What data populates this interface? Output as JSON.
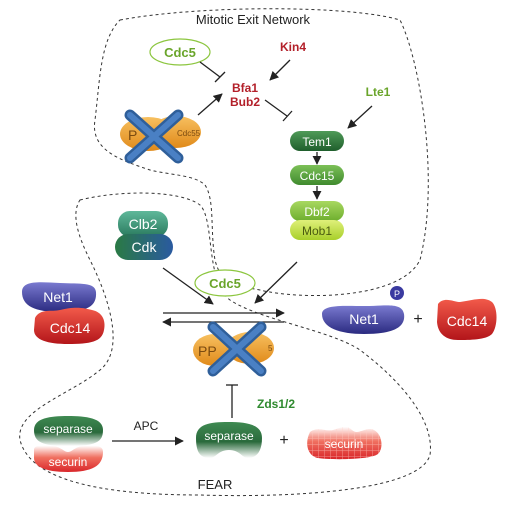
{
  "regions": {
    "men_title": "Mitotic Exit Network",
    "fear_title": "FEAR"
  },
  "nodes": {
    "cdc5_top": "Cdc5",
    "kin4": "Kin4",
    "bfa1": "Bfa1",
    "bub2": "Bub2",
    "lte1": "Lte1",
    "pp2a_cdc55_partial": "P",
    "cdc55_label": "Cdc55",
    "tem1": "Tem1",
    "cdc15": "Cdc15",
    "dbf2": "Dbf2",
    "mob1": "Mob1",
    "clb2": "Clb2",
    "cdk": "Cdk",
    "cdc5_mid": "Cdc5",
    "net1_left": "Net1",
    "cdc14_left": "Cdc14",
    "net1_right": "Net1",
    "phospho": "P",
    "plus_1": "+",
    "cdc14_right": "Cdc14",
    "pp_mid": "PP",
    "pp_mid_suffix": "5",
    "zds": "Zds1/2",
    "separase_left": "separase",
    "securin_left": "securin",
    "apc": "APC",
    "separase_right": "separase",
    "plus_2": "+",
    "securin_right": "securin"
  },
  "colors": {
    "red_label": "#b3202a",
    "green_label": "#6aa52b",
    "tem1": "#2f7a3a",
    "cdc15": "#4f9a38",
    "dbf2": "#8cc63f",
    "mob1": "#b7dd3a",
    "net1": "#3f3f9a",
    "cdc14": "#d9262a",
    "pp2a": "#f2a43a",
    "cross": "#2f5f9a"
  }
}
